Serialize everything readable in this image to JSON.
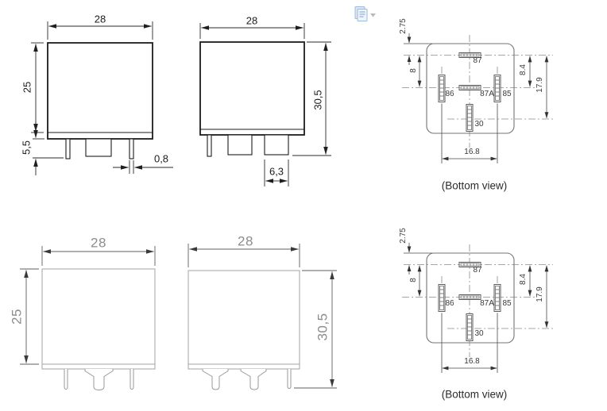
{
  "drawing_title": "relay dimensional drawing",
  "colors": {
    "line_dark": "#1c1c1c",
    "line_gray": "#757575",
    "line_light": "#a3a3a3",
    "dim_dark": "#2a2a2a",
    "text_dark": "#202020",
    "text_gray": "#8c8c8c",
    "icon_blue": "#9db8dd"
  },
  "icons": {
    "paste_options": "paste-options-icon"
  },
  "views": {
    "front_top": {
      "dim_width": "28",
      "dim_height": "25",
      "dim_pin_length": "5,5",
      "dim_pin_width": "0,8"
    },
    "side_top": {
      "dim_width": "28",
      "dim_height": "30,5",
      "dim_tab_width": "6,3"
    },
    "bottom_view_top": {
      "dim_edge_to_pin": "2.75",
      "dim_pitch_left": "8",
      "dim_pitch_right": "8.4",
      "dim_total": "17.9",
      "dim_span": "16.8",
      "pins": {
        "p87": "87",
        "p86": "86",
        "p87a": "87A",
        "p85": "85",
        "p30": "30"
      },
      "caption": "(Bottom view)"
    },
    "front_bottom": {
      "dim_width": "28",
      "dim_height": "25"
    },
    "side_bottom": {
      "dim_width": "28",
      "dim_height": "30,5"
    },
    "bottom_view_bottom": {
      "dim_edge_to_pin": "2.75",
      "dim_pitch_left": "8",
      "dim_pitch_right": "8.4",
      "dim_total": "17.9",
      "dim_span": "16.8",
      "pins": {
        "p87": "87",
        "p86": "86",
        "p87a": "87A",
        "p85": "85",
        "p30": "30"
      },
      "caption": "(Bottom view)"
    }
  }
}
